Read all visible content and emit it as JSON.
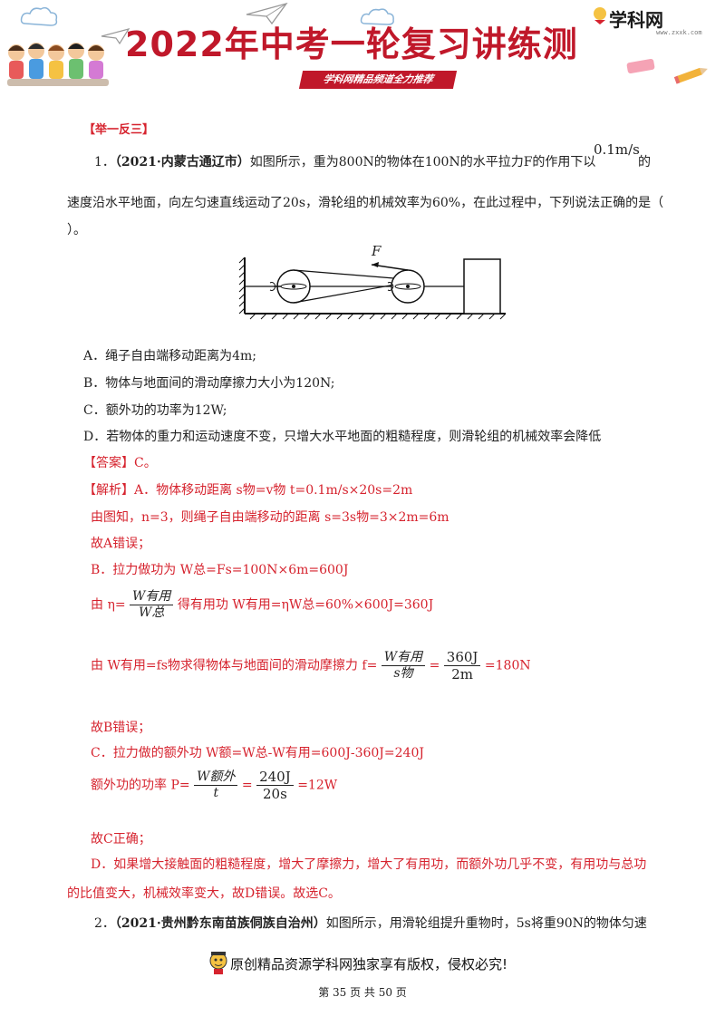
{
  "header": {
    "title": "2022年中考一轮复习讲练测",
    "strip": "学科网精品频道全力推荐",
    "logo": "学科网",
    "logo_url": "www.zxxk.com"
  },
  "section_label": "【举一反三】",
  "q1": {
    "number": "1．",
    "source": "（2021·内蒙古通辽市）",
    "line1": "如图所示，重为800N的物体在100N的水平拉力F的作用下以",
    "speed": "0.1m/s",
    "line1_end": "的",
    "line2": "速度沿水平地面，向左匀速直线运动了20s，滑轮组的机械效率为60%，在此过程中，下列说法正确的是（",
    "line3": "）。",
    "diagram_force_label": "F",
    "options": {
      "A": "A．绳子自由端移动距离为4m;",
      "B": "B．物体与地面间的滑动摩擦力大小为120N;",
      "C": "C．额外功的功率为12W;",
      "D": "D．若物体的重力和运动速度不变，只增大水平地面的粗糙程度，则滑轮组的机械效率会降低"
    },
    "answer": "【答案】C。",
    "analysis": {
      "a1": "【解析】A．物体移动距离 s物=v物 t=0.1m/s×20s=2m",
      "a2": "由图知，n=3，则绳子自由端移动的距离 s=3s物=3×2m=6m",
      "a3": "故A错误；",
      "b1": "B．拉力做功为 W总=Fs=100N×6m=600J",
      "b2_pre": "由 η=",
      "b2_num": "W有用",
      "b2_den": "W总",
      "b2_post": "得有用功 W有用=ηW总=60%×600J=360J",
      "b3_pre": "由 W有用=fs物求得物体与地面间的滑动摩擦力 f=",
      "b3_num1": "W有用",
      "b3_den1": "s物",
      "b3_eq": "=",
      "b3_num2": "360J",
      "b3_den2": "2m",
      "b3_post": "=180N",
      "b4": "故B错误；",
      "c1": "C．拉力做的额外功 W额=W总-W有用=600J-360J=240J",
      "c2_pre": "额外功的功率 P=",
      "c2_num1": "W额外",
      "c2_den1": "t",
      "c2_eq": "=",
      "c2_num2": "240J",
      "c2_den2": "20s",
      "c2_post": "=12W",
      "c3": "故C正确；",
      "d1": "D．如果增大接触面的粗糙程度，增大了摩擦力，增大了有用功，而额外功几乎不变，有用功与总功",
      "d2": "的比值变大，机械效率变大，故D错误。故选C。"
    }
  },
  "q2": {
    "number": "2．",
    "source": "（2021·贵州黔东南苗族侗族自治州）",
    "line1": "如图所示，用滑轮组提升重物时，5s将重90N的物体匀速"
  },
  "footer": {
    "note": "原创精品资源学科网独家享有版权，侵权必究!",
    "page": "第 35 页 共 50 页"
  }
}
